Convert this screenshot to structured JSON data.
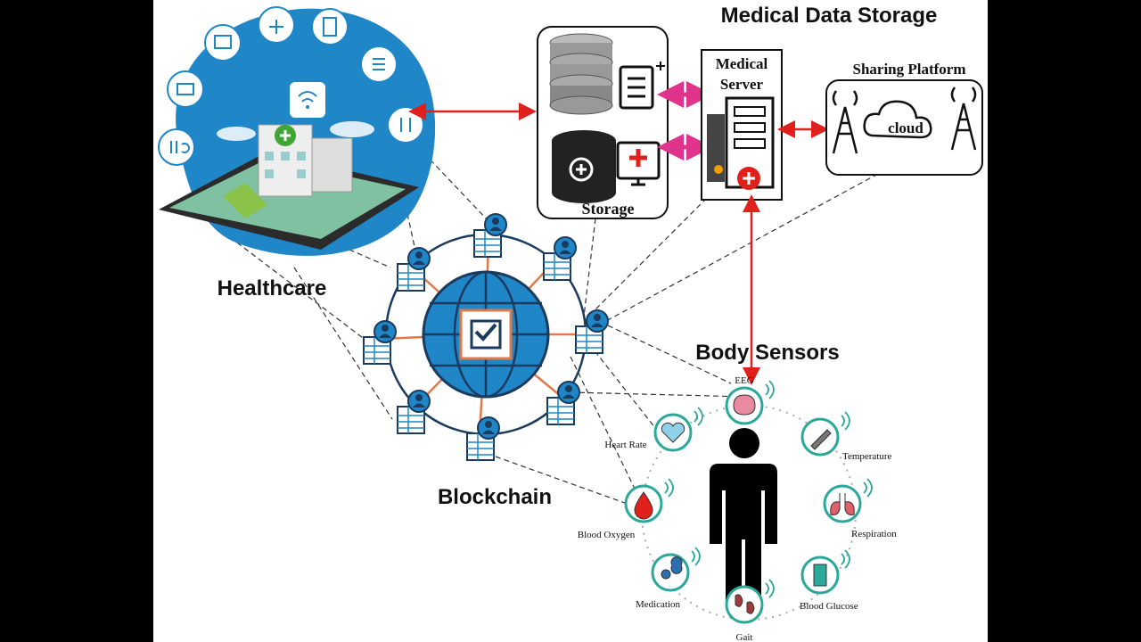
{
  "titles": {
    "storage_section": "Medical Data Storage",
    "healthcare": "Healthcare",
    "blockchain": "Blockchain",
    "body_sensors": "Body Sensors"
  },
  "storage": {
    "label": "Storage",
    "server_line1": "Medical",
    "server_line2": "Server"
  },
  "sharing": {
    "title": "Sharing Platform",
    "cloud_label": "cloud"
  },
  "sensors": [
    {
      "label": "EEG",
      "icon": "brain-icon"
    },
    {
      "label": "Temperature",
      "icon": "thermometer-icon"
    },
    {
      "label": "Respiration",
      "icon": "lungs-icon"
    },
    {
      "label": "Blood Glucose",
      "icon": "glucose-meter-icon"
    },
    {
      "label": "Gait",
      "icon": "footprints-icon"
    },
    {
      "label": "Medication",
      "icon": "pills-icon"
    },
    {
      "label": "Blood Oxygen",
      "icon": "blood-drop-icon"
    },
    {
      "label": "Heart Rate",
      "icon": "heart-icon"
    }
  ],
  "colors": {
    "blue": "#1f86c8",
    "navy": "#1a3a5e",
    "red": "#e0201a",
    "magenta": "#e0338c",
    "teal": "#2aa89a",
    "orange": "#e07a4a"
  }
}
